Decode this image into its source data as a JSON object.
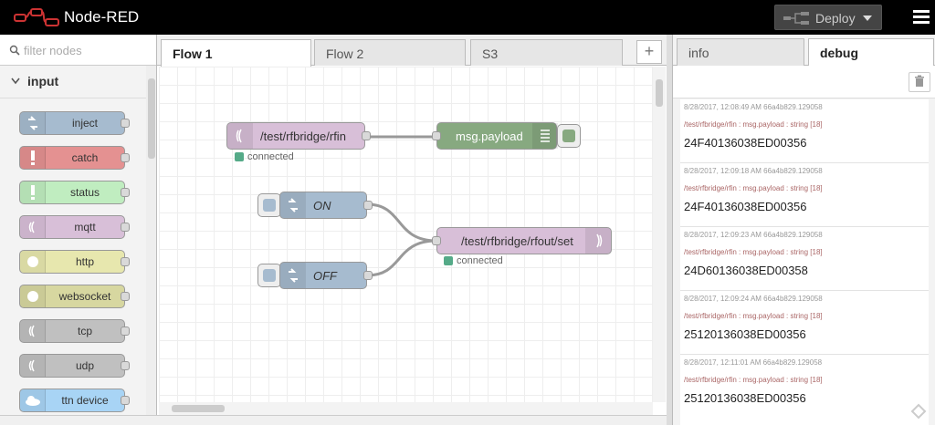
{
  "header": {
    "app_title": "Node-RED",
    "deploy_label": "Deploy"
  },
  "palette": {
    "search_placeholder": "filter nodes",
    "category": "input",
    "nodes": [
      {
        "label": "inject",
        "color": "#a6bbcf",
        "icon": "arrow-icon"
      },
      {
        "label": "catch",
        "color": "#e49191",
        "icon": "exclamation-icon"
      },
      {
        "label": "status",
        "color": "#c0edc0",
        "icon": "exclamation-icon"
      },
      {
        "label": "mqtt",
        "color": "#d8bfd8",
        "icon": "bridge-icon"
      },
      {
        "label": "http",
        "color": "#e7e7ae",
        "icon": "globe-icon"
      },
      {
        "label": "websocket",
        "color": "#d7d7a0",
        "icon": "globe-icon"
      },
      {
        "label": "tcp",
        "color": "#c0c0c0",
        "icon": "bridge-icon"
      },
      {
        "label": "udp",
        "color": "#c0c0c0",
        "icon": "bridge-icon"
      },
      {
        "label": "ttn device",
        "color": "#a8d4f5",
        "icon": "cloud-icon"
      }
    ]
  },
  "workspace": {
    "tabs": [
      "Flow 1",
      "Flow 2",
      "S3"
    ],
    "add_label": "+",
    "flow_nodes": {
      "mqtt_in": "/test/rfbridge/rfin",
      "mqtt_in_status": "connected",
      "debug": "msg.payload",
      "inject_on": "ON",
      "inject_off": "OFF",
      "mqtt_out": "/test/rfbridge/rfout/set",
      "mqtt_out_status": "connected"
    }
  },
  "sidebar": {
    "tabs": [
      "info",
      "debug"
    ],
    "messages": [
      {
        "meta": "8/28/2017, 12:08:49 AM    66a4b829.129058",
        "topic": "/test/rfbridge/rfin : msg.payload : string [18]",
        "value": "24F40136038ED00356"
      },
      {
        "meta": "8/28/2017, 12:09:18 AM    66a4b829.129058",
        "topic": "/test/rfbridge/rfin : msg.payload : string [18]",
        "value": "24F40136038ED00356"
      },
      {
        "meta": "8/28/2017, 12:09:23 AM    66a4b829.129058",
        "topic": "/test/rfbridge/rfin : msg.payload : string [18]",
        "value": "24D60136038ED00358"
      },
      {
        "meta": "8/28/2017, 12:09:24 AM    66a4b829.129058",
        "topic": "/test/rfbridge/rfin : msg.payload : string [18]",
        "value": "25120136038ED00356"
      },
      {
        "meta": "8/28/2017, 12:11:01 AM    66a4b829.129058",
        "topic": "/test/rfbridge/rfin : msg.payload : string [18]",
        "value": "25120136038ED00356"
      }
    ]
  },
  "colors": {
    "mqtt": "#d8bfd8",
    "debug": "#87a980",
    "inject": "#a6bbcf",
    "status_connected": "#5a8"
  }
}
